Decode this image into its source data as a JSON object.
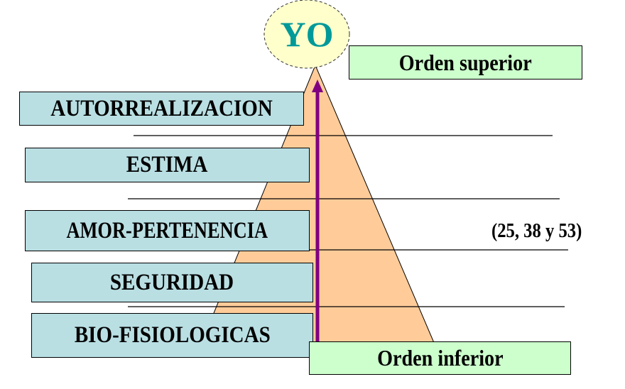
{
  "apex_label": "YO",
  "levels": [
    {
      "label": "AUTORREALIZACION"
    },
    {
      "label": "ESTIMA"
    },
    {
      "label": "AMOR-PERTENENCIA"
    },
    {
      "label": "SEGURIDAD"
    },
    {
      "label": "BIO-FISIOLOGICAS"
    }
  ],
  "order_top": "Orden superior",
  "order_bottom": "Orden inferior",
  "references": "(25,  38 y 53)",
  "colors": {
    "pyramid": "#ffcc99",
    "arrow": "#800080",
    "level_box": "#b9dfe3",
    "order_box": "#ccffcc",
    "yo_fill": "#ffffcc",
    "yo_text": "#009999"
  }
}
